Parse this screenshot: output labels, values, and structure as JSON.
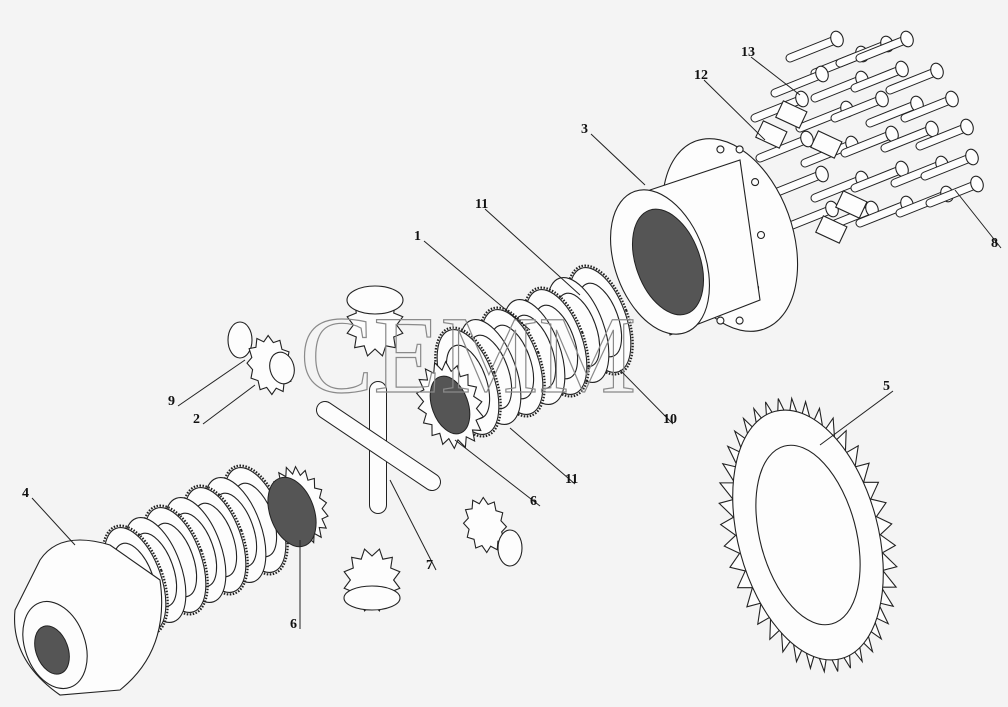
{
  "diagram": {
    "title": "Differential assembly exploded view",
    "watermark": "CEMM",
    "callouts": [
      {
        "id": "13",
        "part": "bolt-plate"
      },
      {
        "id": "12",
        "part": "lock-plate"
      },
      {
        "id": "3",
        "part": "differential-case-flange-half"
      },
      {
        "id": "11",
        "part": "friction-disc-upper"
      },
      {
        "id": "1",
        "part": "friction-disc-pack"
      },
      {
        "id": "9",
        "part": "thrust-washer"
      },
      {
        "id": "2",
        "part": "pinion-gear"
      },
      {
        "id": "4",
        "part": "differential-case-half"
      },
      {
        "id": "10",
        "part": "friction-disc"
      },
      {
        "id": "11",
        "part": "friction-disc-lower"
      },
      {
        "id": "6",
        "part": "side-gear-upper"
      },
      {
        "id": "5",
        "part": "ring-gear"
      },
      {
        "id": "8",
        "part": "bolt"
      },
      {
        "id": "7",
        "part": "spider-cross"
      },
      {
        "id": "6",
        "part": "side-gear-lower"
      }
    ]
  }
}
